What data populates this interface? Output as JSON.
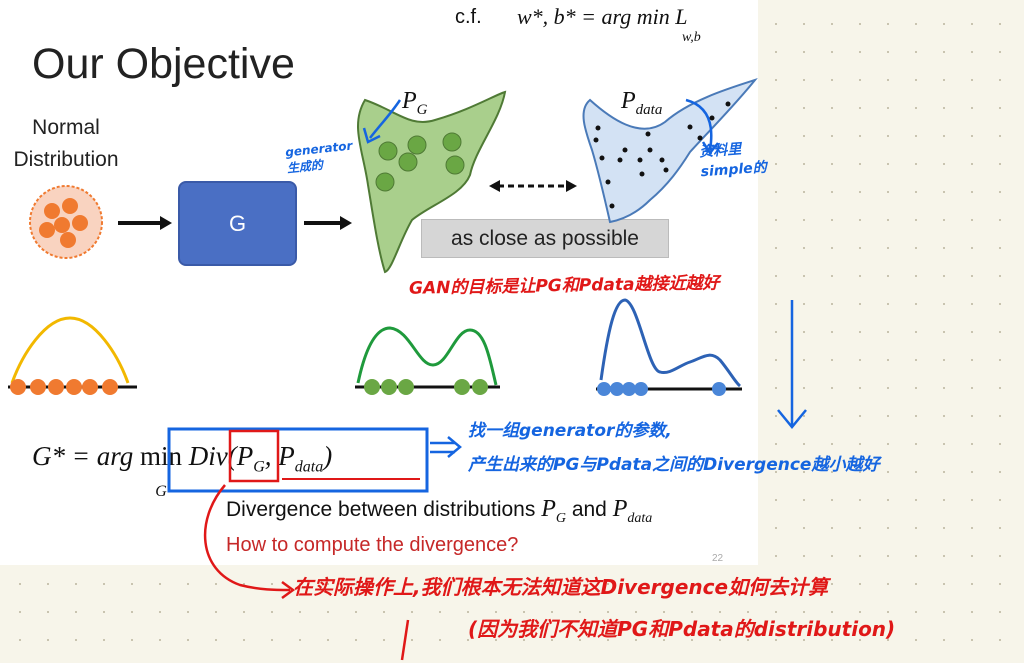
{
  "slide": {
    "title": "Our Objective",
    "cf_label": "c.f.",
    "cf_equation": "w*, b* = arg min L",
    "cf_subscript": "w,b",
    "normal_line1": "Normal",
    "normal_line2": "Distribution",
    "generator_label": "G",
    "pg_main": "P",
    "pg_sub": "G",
    "pdata_main": "P",
    "pdata_sub": "data",
    "as_close": "as close as possible",
    "formula_left": "G* = arg",
    "formula_min": "min",
    "formula_min_sub": "G",
    "formula_right": "Div(P",
    "formula_right_sub1": "G",
    "formula_right_mid": ", P",
    "formula_right_sub2": "data",
    "formula_close": ")",
    "divergence_text_prefix": "Divergence between distributions ",
    "divergence_and": " and ",
    "how_to": "How to compute the divergence?",
    "page_number": "22"
  },
  "annotations": {
    "generator_note_line1": "generator",
    "generator_note_line2": "生成的",
    "data_note_line1": "资料里",
    "data_note_line2": "simple的",
    "gan_goal": "GAN的目标是让PG和Pdata越接近越好",
    "blue_note_line1": "找一组generator的参数,",
    "blue_note_line2": "产生出来的PG与Pdata之间的Divergence越小越好",
    "red_note_line1": "在实际操作上,我们根本无法知道这Divergence如何去计算",
    "red_note_line2": "(因为我们不知道PG和Pdata的distribution)"
  },
  "colors": {
    "generator_box": "#4a6fc4",
    "normal_dot": "#f07a30",
    "pg_fill": "#a9cf8c",
    "pg_dot": "#6aa744",
    "pdata_fill": "#d3e2f4",
    "annotation_blue": "#1565e0",
    "annotation_red": "#e01818",
    "curve_yellow": "#f2b800",
    "curve_green": "#1f9a3c",
    "curve_blue": "#2d62b5"
  }
}
